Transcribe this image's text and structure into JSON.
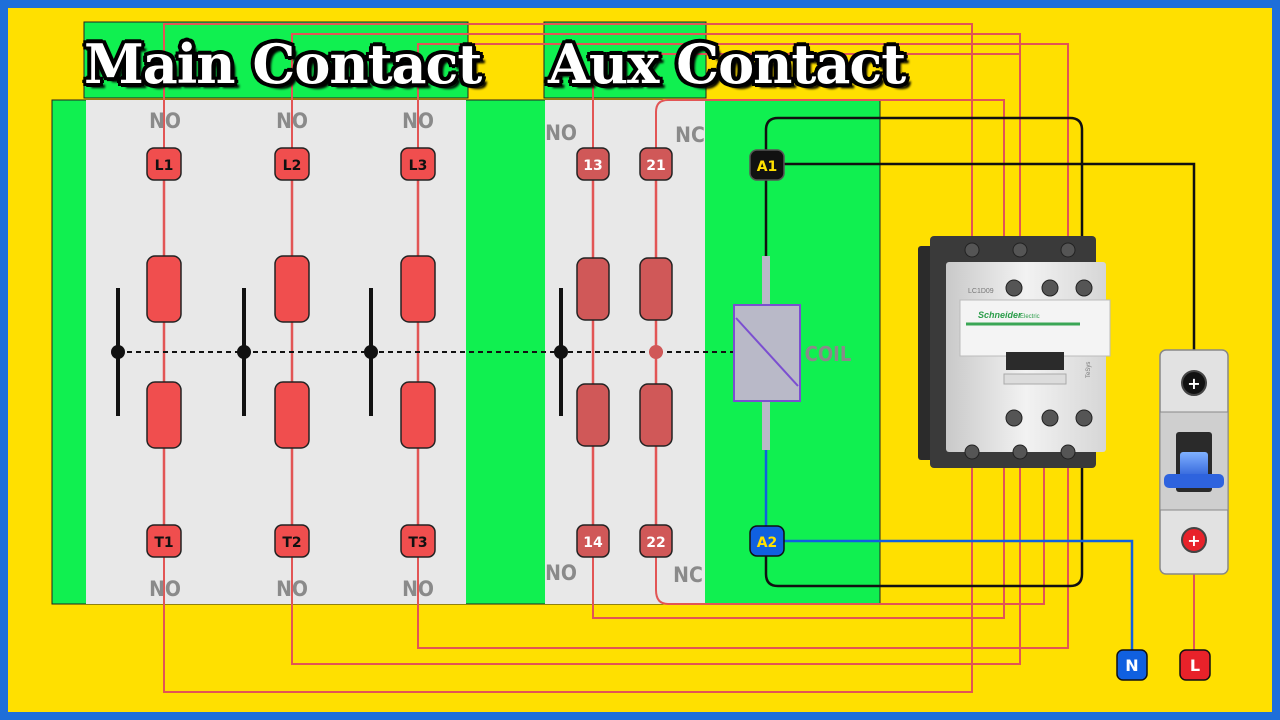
{
  "titles": {
    "main": "Main Contact",
    "aux": "Aux Contact"
  },
  "contact_type_labels": {
    "no": "NO",
    "nc": "NC"
  },
  "main_terminals": {
    "top": [
      "L1",
      "L2",
      "L3"
    ],
    "bottom": [
      "T1",
      "T2",
      "T3"
    ]
  },
  "aux_terminals": {
    "no_top": "13",
    "no_bottom": "14",
    "nc_top": "21",
    "nc_bottom": "22"
  },
  "coil": {
    "label": "COIL",
    "terminal_top": "A1",
    "terminal_bottom": "A2"
  },
  "breaker": {
    "plus": "+",
    "plus2": "+"
  },
  "supply": {
    "neutral": "N",
    "line": "L"
  },
  "device": {
    "brand": "Schneider",
    "sub": "Electric",
    "model": "LC1D09",
    "series": "TeSys"
  },
  "colors": {
    "background": "#ffe000",
    "border": "#1e6fd9",
    "green": "#10f050",
    "panel": "#e8e8e8",
    "main_contact": "#f04e4e",
    "aux_contact": "#d05858",
    "coil": "#b9b9c8",
    "wire_red": "#e25555",
    "wire_blue": "#1060e0",
    "wire_black": "#111111"
  }
}
